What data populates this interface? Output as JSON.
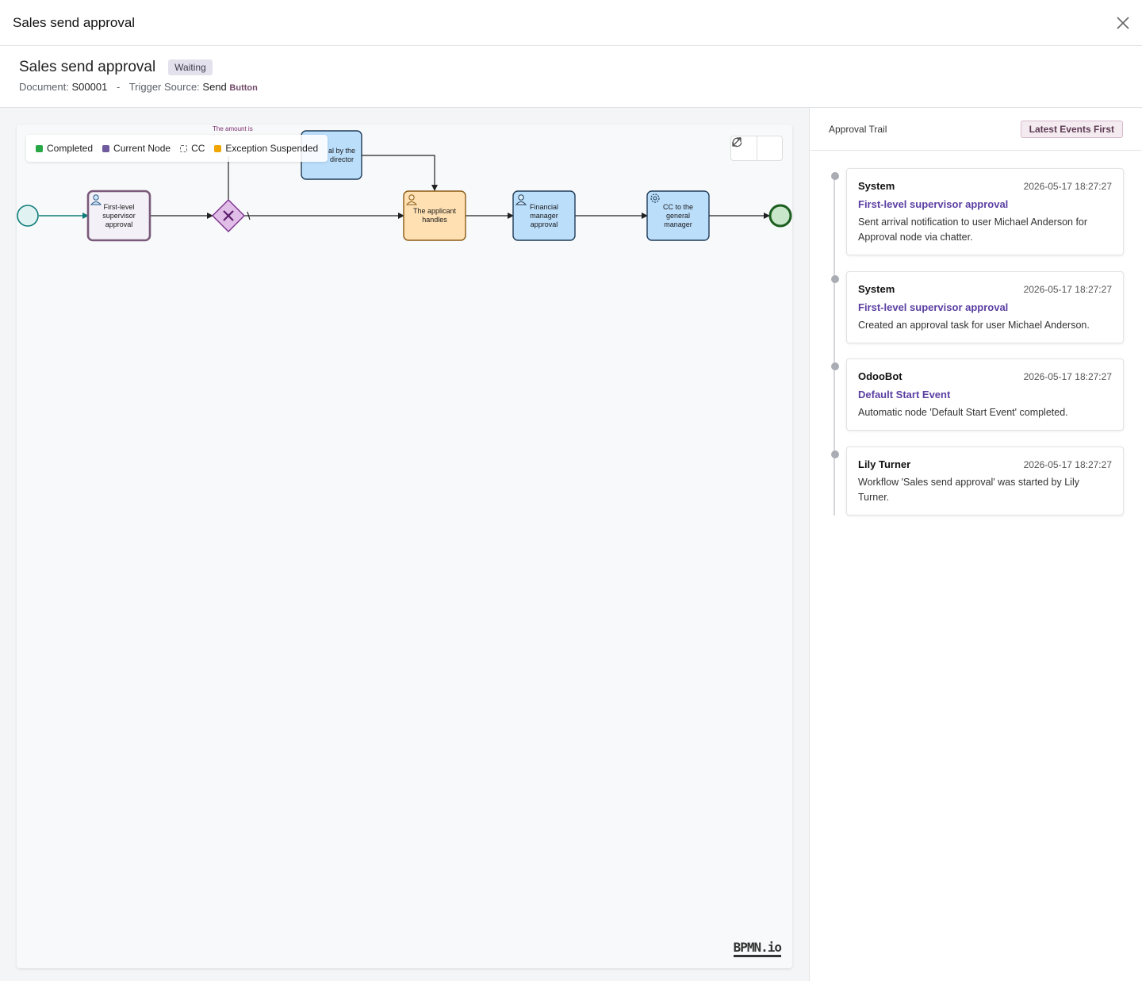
{
  "modal": {
    "title": "Sales send approval"
  },
  "workflow": {
    "title": "Sales send approval",
    "status": "Waiting",
    "document_label": "Document:",
    "document_value": "S00001",
    "separator": "-",
    "trigger_label": "Trigger Source:",
    "trigger_value": "Send",
    "trigger_tag": "Button"
  },
  "legend": {
    "items": [
      {
        "label": "Completed",
        "color": "#28a745"
      },
      {
        "label": "Current Node",
        "color": "#6f5a9e"
      },
      {
        "label": "CC",
        "color": "dashed"
      },
      {
        "label": "Exception Suspended",
        "color": "#f0a500"
      }
    ]
  },
  "diagram": {
    "nodes": {
      "first_level": [
        "First-level",
        "supervisor",
        "approval"
      ],
      "director": [
        "al by the",
        "director"
      ],
      "applicant": [
        "The applicant",
        "handles"
      ],
      "financial": [
        "Financial",
        "manager",
        "approval"
      ],
      "cc_gm": [
        "CC to the",
        "general",
        "manager"
      ],
      "amount_label": "The amount is"
    },
    "logo": "BPMN.io",
    "colors": {
      "current_fill": "#f3f0f7",
      "current_stroke": "#7a5a7a",
      "task_fill": "#bbdefb",
      "applicant_fill": "#ffe0b2",
      "gateway_fill": "#e1bee7",
      "start_fill": "#e0f2f1",
      "end_fill": "#c8e6c9"
    }
  },
  "trail": {
    "title": "Approval Trail",
    "sort_label": "Latest Events First",
    "events": [
      {
        "author": "System",
        "time": "2026-05-17 18:27:27",
        "node": "First-level supervisor approval",
        "desc": "Sent arrival notification to user Michael Anderson for Approval node via chatter."
      },
      {
        "author": "System",
        "time": "2026-05-17 18:27:27",
        "node": "First-level supervisor approval",
        "desc": "Created an approval task for user Michael Anderson."
      },
      {
        "author": "OdooBot",
        "time": "2026-05-17 18:27:27",
        "node": "Default Start Event",
        "desc": "Automatic node 'Default Start Event' completed."
      },
      {
        "author": "Lily Turner",
        "time": "2026-05-17 18:27:27",
        "node": "",
        "desc": "Workflow 'Sales send approval' was started by Lily Turner."
      }
    ]
  }
}
